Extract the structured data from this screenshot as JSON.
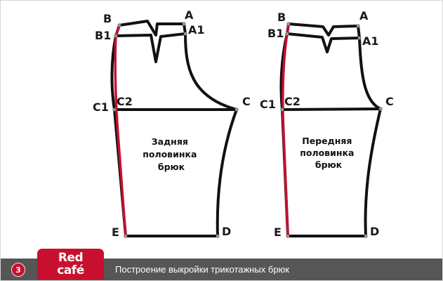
{
  "diagram": {
    "points": [
      "B",
      "A",
      "B1",
      "A1",
      "C1",
      "C2",
      "C",
      "E",
      "D"
    ],
    "pieces": [
      {
        "name": "back",
        "label": [
          "Задняя",
          "половинка",
          "брюк"
        ]
      },
      {
        "name": "front",
        "label": [
          "Передняя",
          "половинка",
          "брюк"
        ]
      }
    ],
    "colors": {
      "outline": "#111111",
      "highlight": "#c8102e",
      "point": "#9a9a9a"
    }
  },
  "footer": {
    "step_number": "3",
    "logo_line1": "Red",
    "logo_line2": "café",
    "caption": "Построение выкройки трикотажных брюк",
    "background": "#565656",
    "accent": "#c8102e"
  }
}
